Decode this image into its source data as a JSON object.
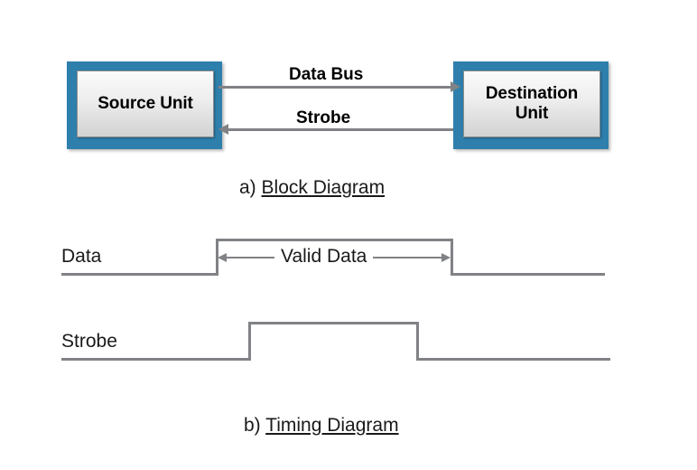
{
  "figure": {
    "block_diagram": {
      "source_unit_label": "Source Unit",
      "destination_unit_line1": "Destination",
      "destination_unit_line2": "Unit",
      "data_bus_label": "Data Bus",
      "strobe_label": "Strobe",
      "box_color": "#2e7fac",
      "line_color": "#808285",
      "caption_prefix": "a) ",
      "caption_title": "Block Diagram"
    },
    "timing_diagram": {
      "data_signal_label": "Data",
      "strobe_signal_label": "Strobe",
      "valid_data_label": "Valid Data",
      "caption_prefix": "b) ",
      "caption_title": "Timing Diagram"
    }
  }
}
